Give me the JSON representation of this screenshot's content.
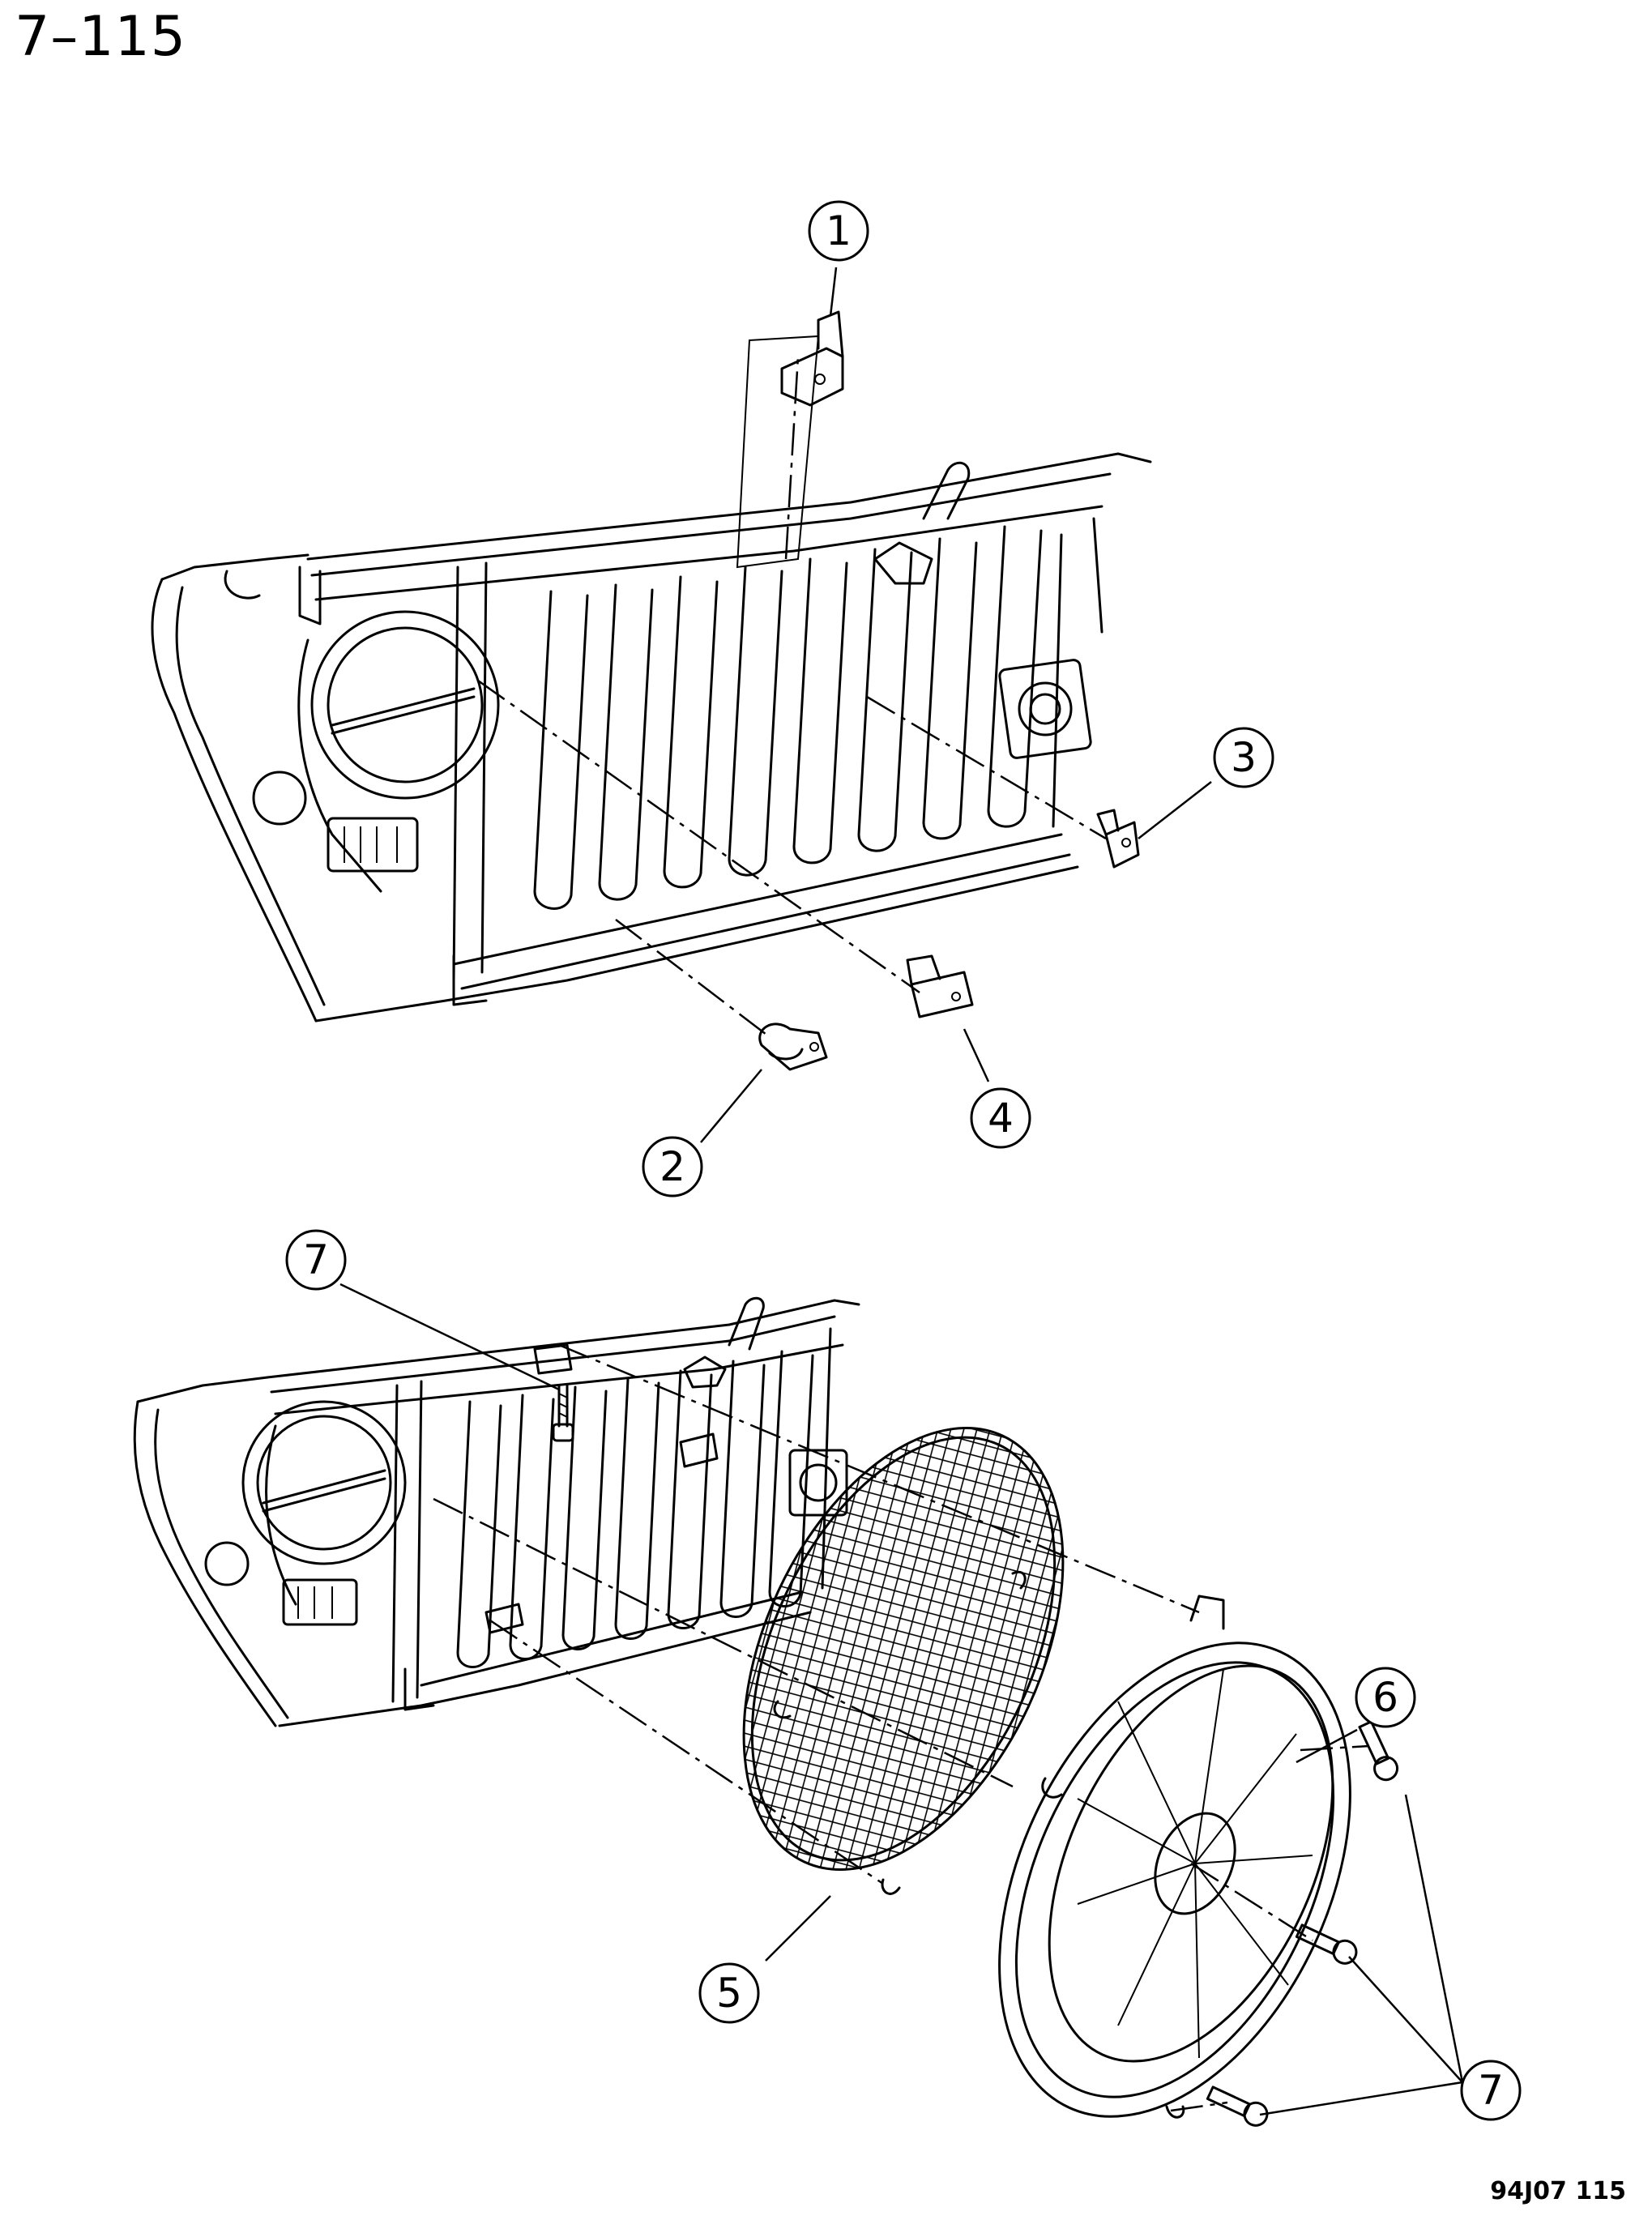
{
  "page_number": "7–115",
  "figure_code": "94J07  115",
  "callouts": [
    "1",
    "2",
    "3",
    "4",
    "5",
    "6",
    "7",
    "7"
  ]
}
